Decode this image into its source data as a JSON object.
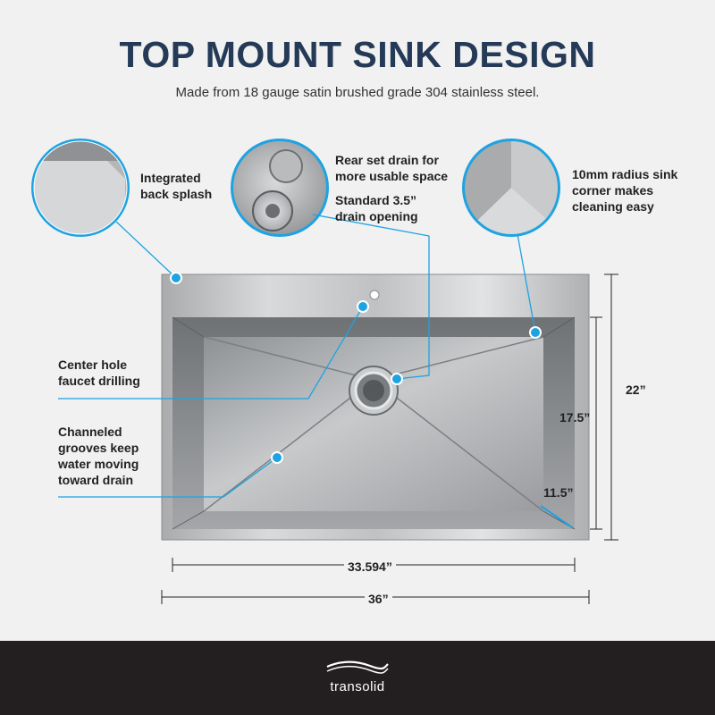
{
  "header": {
    "title": "TOP MOUNT SINK DESIGN",
    "subtitle": "Made from 18 gauge satin brushed grade 304 stainless steel."
  },
  "callouts": {
    "back_splash": [
      "Integrated",
      "back splash"
    ],
    "drain_rear": [
      "Rear set drain for",
      "more usable space"
    ],
    "drain_opening": [
      "Standard 3.5”",
      "drain opening"
    ],
    "corner": [
      "10mm radius sink",
      "corner makes",
      "cleaning easy"
    ],
    "faucet": [
      "Center hole",
      "faucet drilling"
    ],
    "grooves": [
      "Channeled",
      "grooves keep",
      "water moving",
      "toward drain"
    ]
  },
  "dimensions": {
    "height_outer": "22”",
    "height_inner": "17.5”",
    "depth": "11.5”",
    "width_inner": "33.594”",
    "width_outer": "36”"
  },
  "colors": {
    "title": "#243a57",
    "accent": "#1ea3e2",
    "footer": "#231f20"
  },
  "footer": {
    "brand": "transolid"
  }
}
